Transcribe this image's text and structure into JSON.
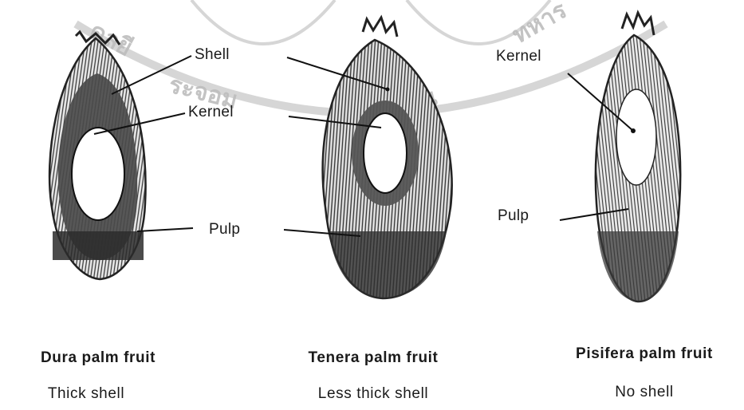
{
  "diagram": {
    "fruits": [
      {
        "name": "Dura palm fruit",
        "description": "Thick shell",
        "labels": [
          "Shell",
          "Kernel",
          "Pulp"
        ]
      },
      {
        "name": "Tenera palm fruit",
        "description": "Less thick shell",
        "labels": [
          "Pulp"
        ]
      },
      {
        "name": "Pisifera palm fruit",
        "description": "No shell",
        "labels": [
          "Kernel",
          "Pulp"
        ]
      }
    ],
    "ink_color": "#2b2b2b",
    "shell_color": "#4a4a4a",
    "watermark_color": "#c9c9c9"
  }
}
